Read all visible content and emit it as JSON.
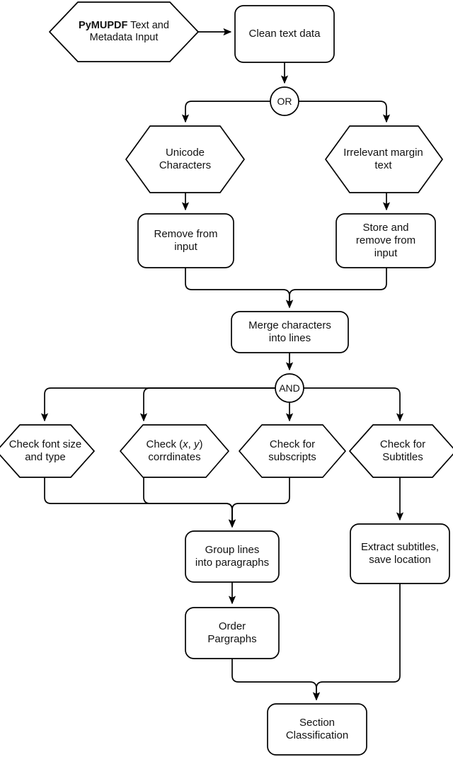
{
  "diagram": {
    "title": "PDF text extraction and section classification flowchart",
    "background_color": "#ffffff",
    "stroke_color": "#000000",
    "text_color": "#111111"
  },
  "nodes": {
    "input_hexagon": {
      "label": "PyMUPDF Text and\nMetadata Input",
      "shape": "hexagon",
      "bold_prefix": "PyMUPDF"
    },
    "clean_text": {
      "label": "Clean text data",
      "shape": "rounded-rect"
    },
    "or_gate": {
      "label": "OR",
      "shape": "circle"
    },
    "unicode_chars": {
      "label": "Unicode\nCharacters",
      "shape": "hexagon"
    },
    "irrelevant_margin": {
      "label": "Irrelevant margin\ntext",
      "shape": "hexagon"
    },
    "remove_from_input": {
      "label": "Remove from\ninput",
      "shape": "rounded-rect"
    },
    "store_remove_input": {
      "label": "Store and\nremove from\ninput",
      "shape": "rounded-rect"
    },
    "merge_characters": {
      "label": "Merge characters\ninto lines",
      "shape": "rounded-rect"
    },
    "and_gate": {
      "label": "AND",
      "shape": "circle"
    },
    "check_font": {
      "label": "Check font size\nand type",
      "shape": "hexagon"
    },
    "check_coords": {
      "label_pre": "Check (",
      "label_ital1": "x",
      "label_mid": ", ",
      "label_ital2": "y",
      "label_post": ")",
      "label_line2": "corrdinates",
      "shape": "hexagon"
    },
    "check_subscripts": {
      "label": "Check for\nsubscripts",
      "shape": "hexagon"
    },
    "check_subtitles": {
      "label": "Check for\nSubtitles",
      "shape": "hexagon"
    },
    "group_lines": {
      "label": "Group lines\ninto paragraphs",
      "shape": "rounded-rect"
    },
    "extract_subtitles": {
      "label": "Extract subtitles,\nsave location",
      "shape": "rounded-rect"
    },
    "order_paragraphs": {
      "label": "Order\nPargraphs",
      "shape": "rounded-rect"
    },
    "section_classification": {
      "label": "Section\nClassification",
      "shape": "rounded-rect"
    }
  },
  "edges": [
    {
      "from": "input_hexagon",
      "to": "clean_text"
    },
    {
      "from": "clean_text",
      "to": "or_gate"
    },
    {
      "from": "or_gate",
      "to": "unicode_chars"
    },
    {
      "from": "or_gate",
      "to": "irrelevant_margin"
    },
    {
      "from": "unicode_chars",
      "to": "remove_from_input"
    },
    {
      "from": "irrelevant_margin",
      "to": "store_remove_input"
    },
    {
      "from": "remove_from_input",
      "to": "merge_characters"
    },
    {
      "from": "store_remove_input",
      "to": "merge_characters"
    },
    {
      "from": "merge_characters",
      "to": "and_gate"
    },
    {
      "from": "and_gate",
      "to": "check_font"
    },
    {
      "from": "and_gate",
      "to": "check_coords"
    },
    {
      "from": "and_gate",
      "to": "check_subscripts"
    },
    {
      "from": "and_gate",
      "to": "check_subtitles"
    },
    {
      "from": "check_font",
      "to": "group_lines"
    },
    {
      "from": "check_coords",
      "to": "group_lines"
    },
    {
      "from": "check_subscripts",
      "to": "group_lines"
    },
    {
      "from": "check_subtitles",
      "to": "extract_subtitles"
    },
    {
      "from": "group_lines",
      "to": "order_paragraphs"
    },
    {
      "from": "order_paragraphs",
      "to": "section_classification"
    },
    {
      "from": "extract_subtitles",
      "to": "section_classification"
    }
  ]
}
